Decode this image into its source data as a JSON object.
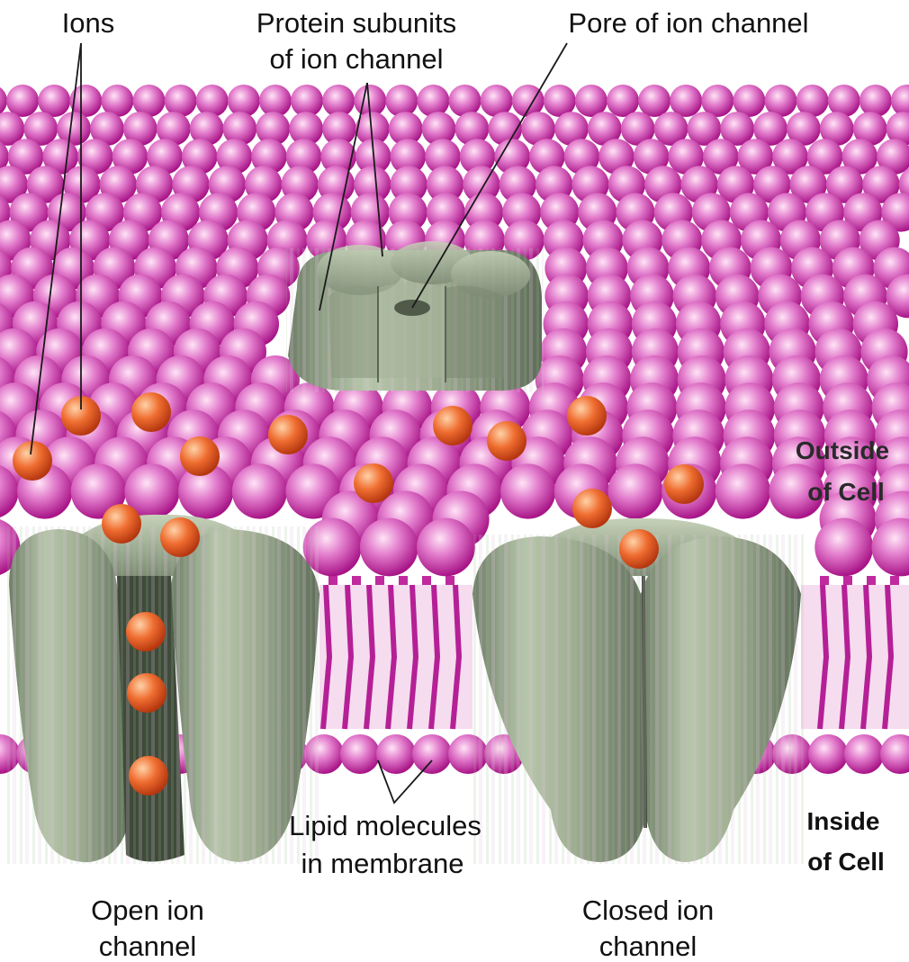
{
  "labels": {
    "ions": "Ions",
    "protein_subunits": [
      "Protein subunits",
      "of ion channel"
    ],
    "pore": "Pore of ion channel",
    "outside": [
      "Outside",
      "of Cell"
    ],
    "inside": [
      "Inside",
      "of Cell"
    ],
    "lipid": [
      "Lipid molecules",
      "in membrane"
    ],
    "open_channel": [
      "Open ion",
      "channel"
    ],
    "closed_channel": [
      "Closed ion",
      "channel"
    ]
  },
  "colors": {
    "lipid_head": "#c2209f",
    "lipid_head_light": "#f2b8e3",
    "lipid_tail": "#b01f91",
    "channel_protein": "#9fae92",
    "channel_protein_dark": "#5d6a57",
    "ion": "#e8632a",
    "ion_light": "#ffc79a"
  }
}
